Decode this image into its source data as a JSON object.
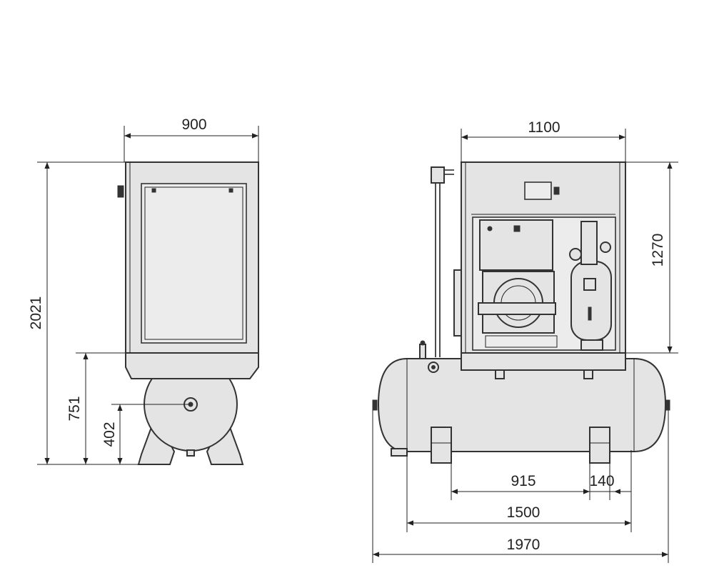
{
  "dimensions": {
    "front_width": "900",
    "total_height": "2021",
    "tank_top_height": "751",
    "tank_center_height": "402",
    "side_width": "1100",
    "cabinet_height": "1270",
    "feet_spacing": "915",
    "foot_width": "140",
    "tank_length": "1500",
    "overall_length": "1970"
  },
  "colors": {
    "line": "#222222",
    "body": "#e4e4e4"
  }
}
